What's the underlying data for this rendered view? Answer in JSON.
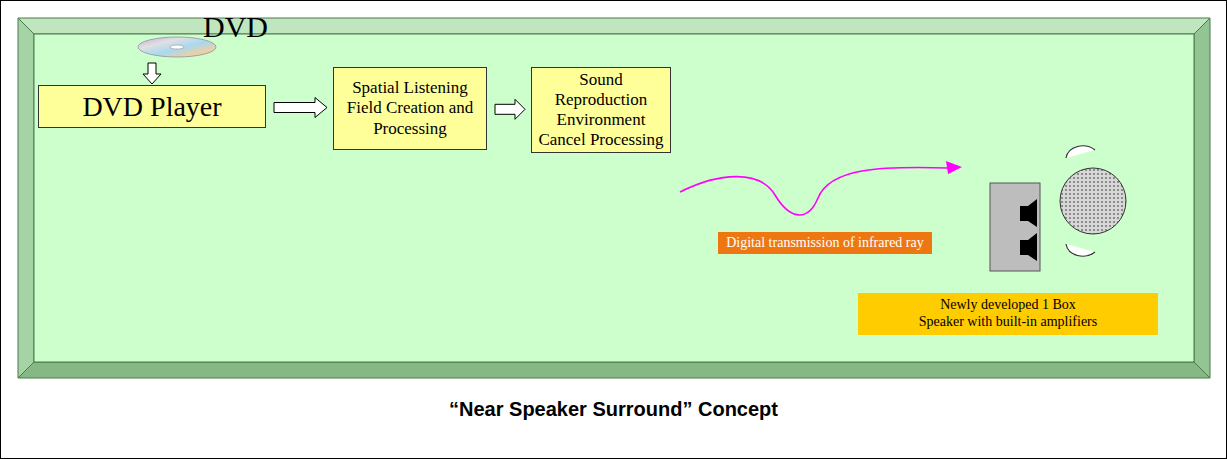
{
  "diagram": {
    "caption": "“Near Speaker Surround” Concept",
    "nodes": [
      {
        "text": [
          "DVD Player"
        ]
      },
      {
        "text": [
          "Spatial Listening Field Creation and Processing"
        ]
      },
      {
        "text": [
          "Sound Reproduction Environment Cancel Processing"
        ]
      },
      {
        "text": [
          "Digital transmission of infrared ray"
        ]
      },
      {
        "text": [
          "Newly developed 1 Box Speaker with built-in amplifiers"
        ]
      }
    ],
    "edges": [
      {
        "from": 0,
        "to": 1,
        "arrow": "to"
      },
      {
        "from": 1,
        "to": 2,
        "arrow": "to"
      }
    ],
    "labels": [
      "DVD"
    ]
  }
}
